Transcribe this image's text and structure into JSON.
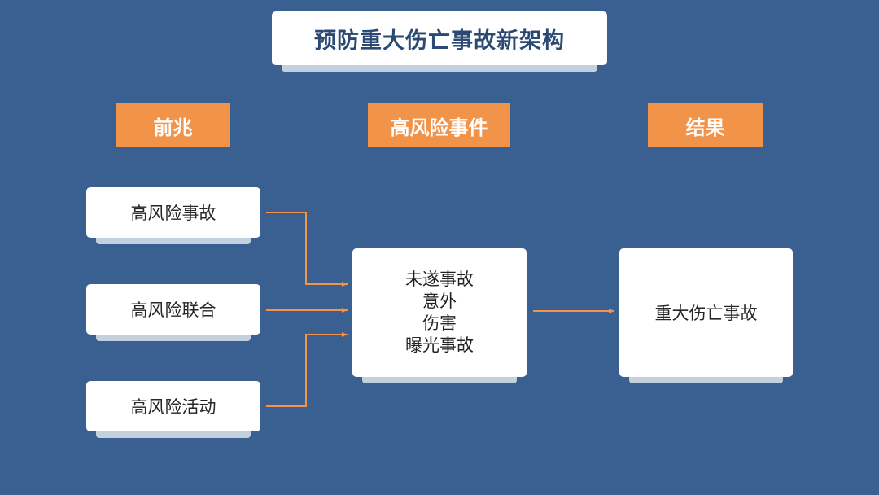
{
  "title": "预防重大伤亡事故新架构",
  "headers": {
    "precursor": "前兆",
    "event": "高风险事件",
    "result": "结果"
  },
  "precursors": [
    "高风险事故",
    "高风险联合",
    "高风险活动"
  ],
  "events": [
    "未遂事故",
    "意外",
    "伤害",
    "曝光事故"
  ],
  "result": "重大伤亡事故",
  "colors": {
    "background": "#3a6092",
    "header": "#f2934a",
    "arrow": "#f2934a",
    "box": "#ffffff",
    "box_shadow": "#c5d0df"
  }
}
